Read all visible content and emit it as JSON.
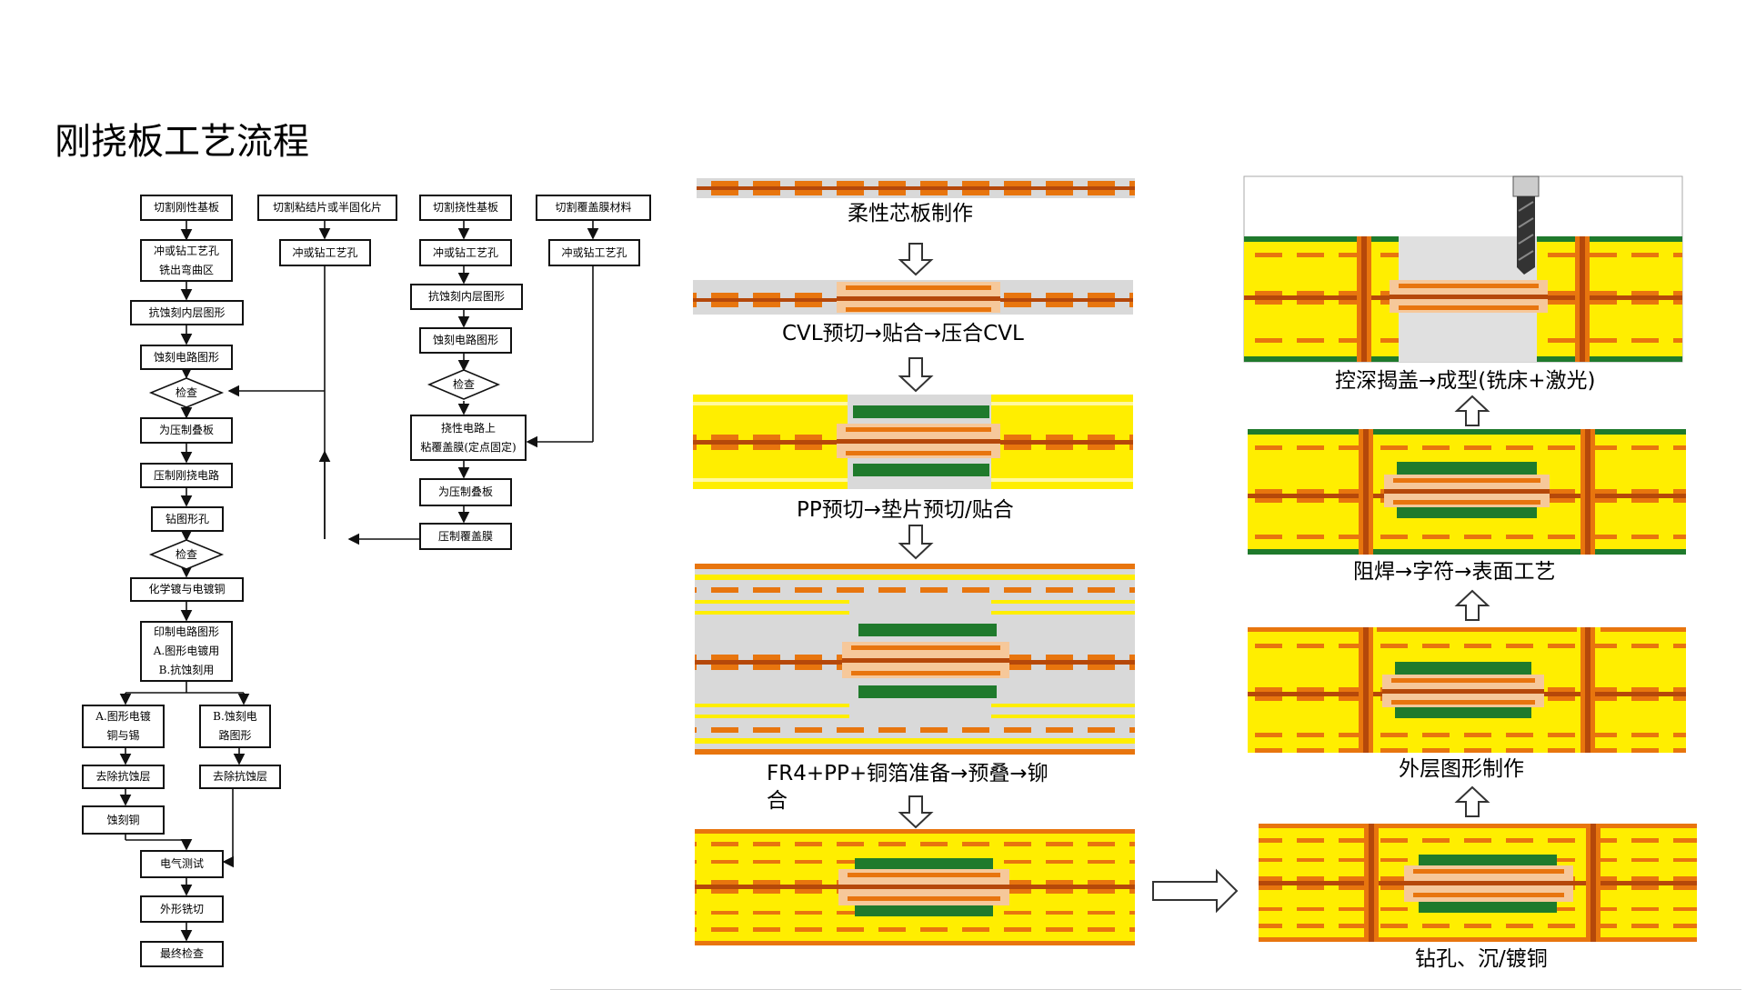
{
  "title": "刚挠板工艺流程",
  "flowchart": {
    "b01": "切割刚性基板",
    "b02": "切割粘结片或半固化片",
    "b03": "切割挠性基板",
    "b04": "切割覆盖膜材料",
    "b05": "冲或钻工艺孔\n铣出弯曲区",
    "b06": "冲或钻工艺孔",
    "b07": "冲或钻工艺孔",
    "b08": "冲或钻工艺孔",
    "b09": "抗蚀刻内层图形",
    "b10": "抗蚀刻内层图形",
    "b11": "蚀刻电路图形",
    "b12": "蚀刻电路图形",
    "d01": "检查",
    "d02": "检查",
    "b13": "为压制叠板",
    "b14": "挠性电路上\n粘覆盖膜(定点固定)",
    "b15": "压制刚挠电路",
    "b16": "为压制叠板",
    "b17": "钻图形孔",
    "b18": "压制覆盖膜",
    "d03": "检查",
    "b19": "化学镀与电镀铜",
    "b20": "印制电路图形\nA.图形电镀用\nB.抗蚀刻用",
    "b21": "A.图形电镀\n铜与锡",
    "b22": "B.蚀刻电\n路图形",
    "b23": "去除抗蚀层",
    "b24": "去除抗蚀层",
    "b25": "蚀刻铜",
    "b26": "电气测试",
    "b27": "外形铣切",
    "b28": "最终检查"
  },
  "steps": {
    "s1": "柔性芯板制作",
    "s2": "CVL预切→贴合→压合CVL",
    "s3": "PP预切→垫片预切/贴合",
    "s4": "FR4+PP+铜箔准备→预叠→铆合",
    "s5": "钻孔、沉/镀铜",
    "s6": "外层图形制作",
    "s7": "阻焊→字符→表面工艺",
    "s8": "控深揭盖→成型(铣床+激光)"
  },
  "colors": {
    "copper": "#e8750e",
    "copper_dark": "#b5480a",
    "yellow": "#ffee00",
    "solder_green": "#1f7a2c",
    "peach": "#f6c89a",
    "gray": "#d9d9d9"
  }
}
